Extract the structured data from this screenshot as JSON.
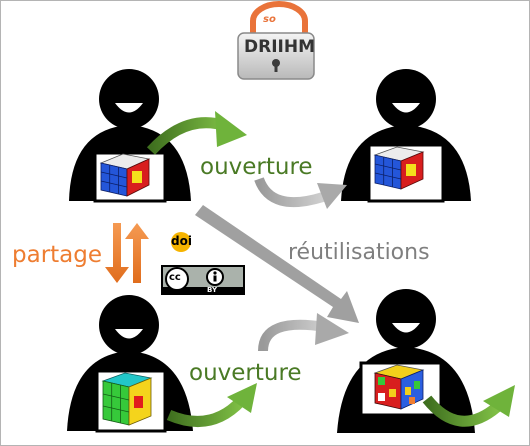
{
  "logo": {
    "text": "DRIIHM",
    "small_text": "so"
  },
  "labels": {
    "opening_top": "ouverture",
    "opening_bottom": "ouverture",
    "reuse": "réutilisations",
    "sharing": "partage"
  },
  "badges": {
    "doi": "doi",
    "cc": "cc",
    "by": "BY"
  },
  "colors": {
    "green": "#4a7a25",
    "gray": "#7f7f7f",
    "orange": "#ee7d31"
  }
}
